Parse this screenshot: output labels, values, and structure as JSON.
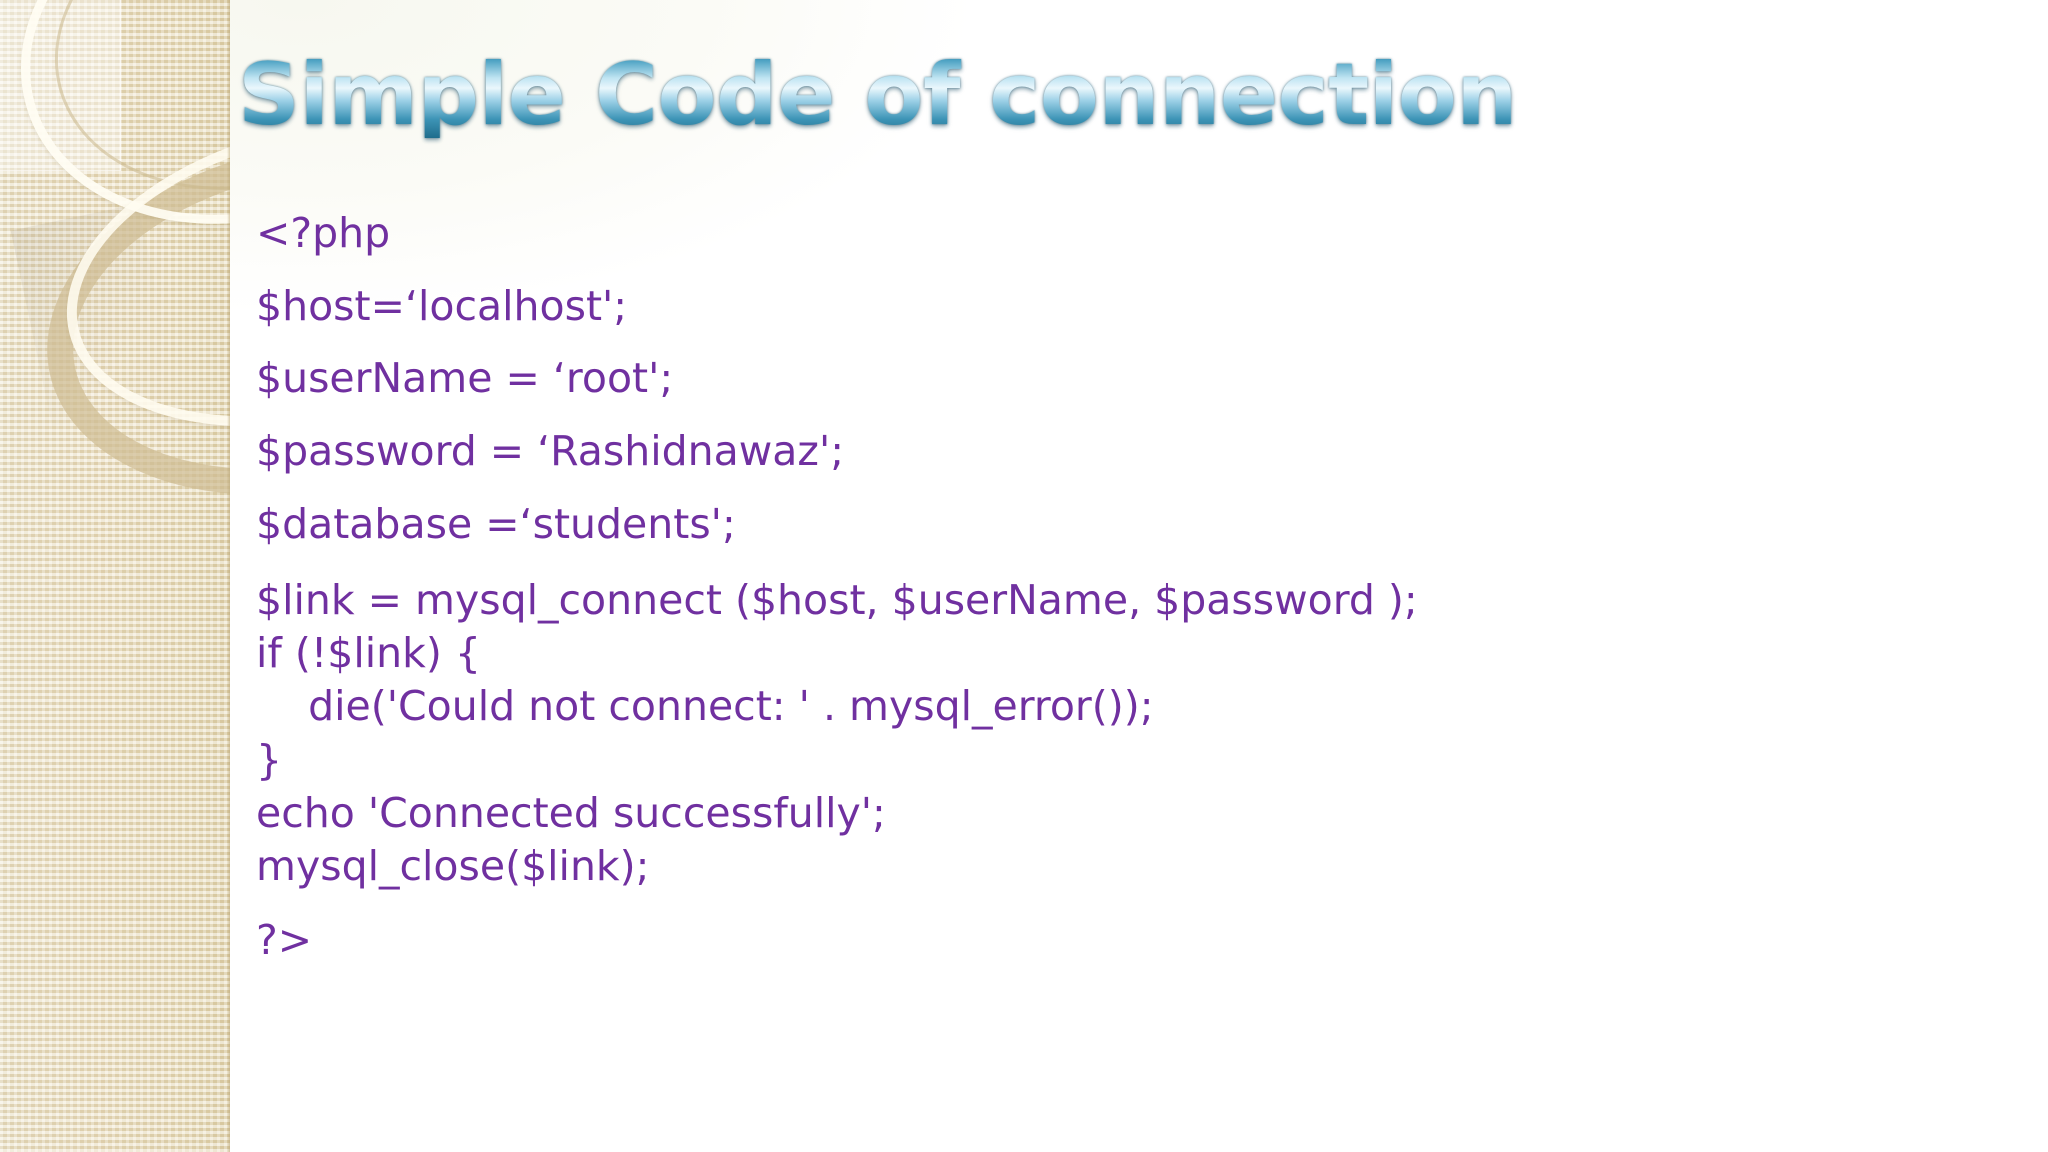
{
  "slide": {
    "background_color": "#ffffff",
    "accent_color": "#7030a0",
    "title_color": "#2b7f9e",
    "sidebar_color": "#ecdfc0"
  },
  "title": {
    "text": "Simple Code of connection"
  },
  "code": {
    "language": "php",
    "lines": [
      {
        "text": "<?php",
        "spacing": "spaced",
        "indent": 0
      },
      {
        "text": "$host=‘localhost';",
        "spacing": "spaced",
        "indent": 0
      },
      {
        "text": "$userName = ‘root';",
        "spacing": "spaced",
        "indent": 0
      },
      {
        "text": "$password = ‘Rashidnawaz';",
        "spacing": "spaced",
        "indent": 0
      },
      {
        "text": "$database =‘students';",
        "spacing": "spaced",
        "indent": 0
      },
      {
        "text": "$link = mysql_connect ($host, $userName, $password );",
        "spacing": "tight",
        "indent": 0
      },
      {
        "text": "if (!$link) {",
        "spacing": "tight",
        "indent": 0
      },
      {
        "text": "    die('Could not connect: ' . mysql_error());",
        "spacing": "tight",
        "indent": 1
      },
      {
        "text": "}",
        "spacing": "tight",
        "indent": 0
      },
      {
        "text": "echo 'Connected successfully';",
        "spacing": "tight",
        "indent": 0
      },
      {
        "text": "mysql_close($link);",
        "spacing": "tight",
        "indent": 0
      },
      {
        "text": "?>",
        "spacing": "spaced",
        "indent": 0
      }
    ]
  },
  "decoration": {
    "sidebar_label": "decorative-beige-ring-panel",
    "ring_count": 4
  }
}
